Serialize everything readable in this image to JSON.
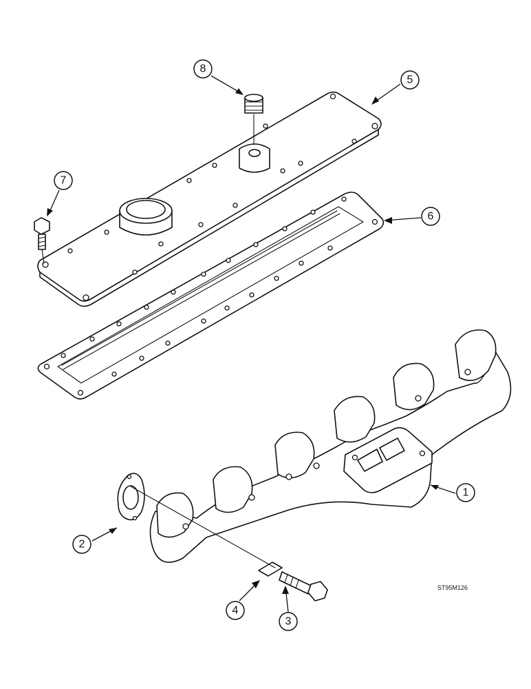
{
  "figure": {
    "reference_code": "ST95M126",
    "callouts": [
      {
        "id": "callout-1",
        "label": "1"
      },
      {
        "id": "callout-2",
        "label": "2"
      },
      {
        "id": "callout-3",
        "label": "3"
      },
      {
        "id": "callout-4",
        "label": "4"
      },
      {
        "id": "callout-5",
        "label": "5"
      },
      {
        "id": "callout-6",
        "label": "6"
      },
      {
        "id": "callout-7",
        "label": "7"
      },
      {
        "id": "callout-8",
        "label": "8"
      }
    ]
  }
}
